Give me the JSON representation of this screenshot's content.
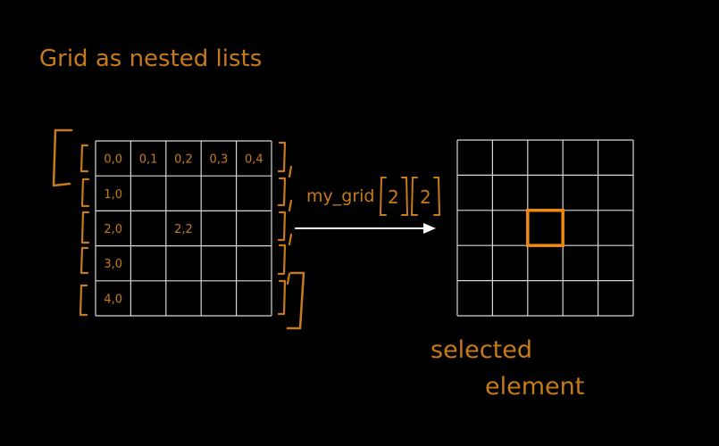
{
  "title": "Grid as nested lists",
  "left_grid": {
    "rows": 5,
    "cols": 5,
    "cell_labels": [
      [
        "0,0",
        "0,1",
        "0,2",
        "0,3",
        "0,4"
      ],
      [
        "1,0",
        "",
        "",
        "",
        ""
      ],
      [
        "2,0",
        "",
        "2,2",
        "",
        ""
      ],
      [
        "3,0",
        "",
        "",
        "",
        ""
      ],
      [
        "4,0",
        "",
        "",
        "",
        ""
      ]
    ]
  },
  "index_expression": {
    "name": "my_grid",
    "index_1": "2",
    "index_2": "2"
  },
  "right_grid": {
    "rows": 5,
    "cols": 5,
    "selected_row": 2,
    "selected_col": 2
  },
  "caption": {
    "line1": "selected",
    "line2": "element"
  },
  "colors": {
    "background": "#000000",
    "ink": "#c77a1a",
    "grid_lines": "#d8d8d8",
    "arrow": "#ffffff",
    "highlight": "#f08a10"
  }
}
